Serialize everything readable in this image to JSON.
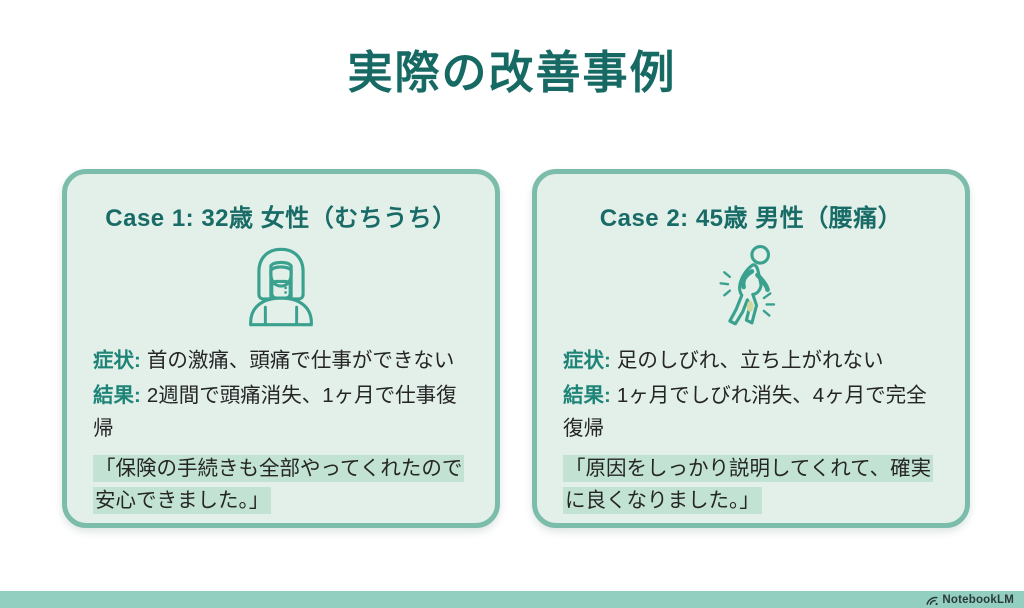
{
  "slide": {
    "title": "実際の改善事例",
    "cards": [
      {
        "title": "Case 1: 32歳 女性（むちうち）",
        "icon": "woman-neck-brace-icon",
        "symptom_label": "症状:",
        "symptom_text": "首の激痛、頭痛で仕事ができない",
        "result_label": "結果:",
        "result_text": "2週間で頭痛消失、1ヶ月で仕事復帰",
        "quote": "「保険の手続きも全部やってくれたので安心できました。」"
      },
      {
        "title": "Case 2: 45歳 男性（腰痛）",
        "icon": "man-back-pain-icon",
        "symptom_label": "症状:",
        "symptom_text": "足のしびれ、立ち上がれない",
        "result_label": "結果:",
        "result_text": "1ヶ月でしびれ消失、4ヶ月で完全復帰",
        "quote": "「原因をしっかり説明してくれて、確実に良くなりました。」"
      }
    ],
    "footer": {
      "brand": "NotebookLM"
    },
    "colors": {
      "title_text": "#176a64",
      "card_background": "#e2f0e9",
      "card_border": "#7cbcab",
      "label_accent": "#1f8478",
      "body_text": "#252525",
      "quote_highlight": "#c2e3d3",
      "footer_bar": "#92cfc0",
      "icon_stroke": "#3aa18f",
      "icon_fill": "#b9e2d4"
    }
  }
}
